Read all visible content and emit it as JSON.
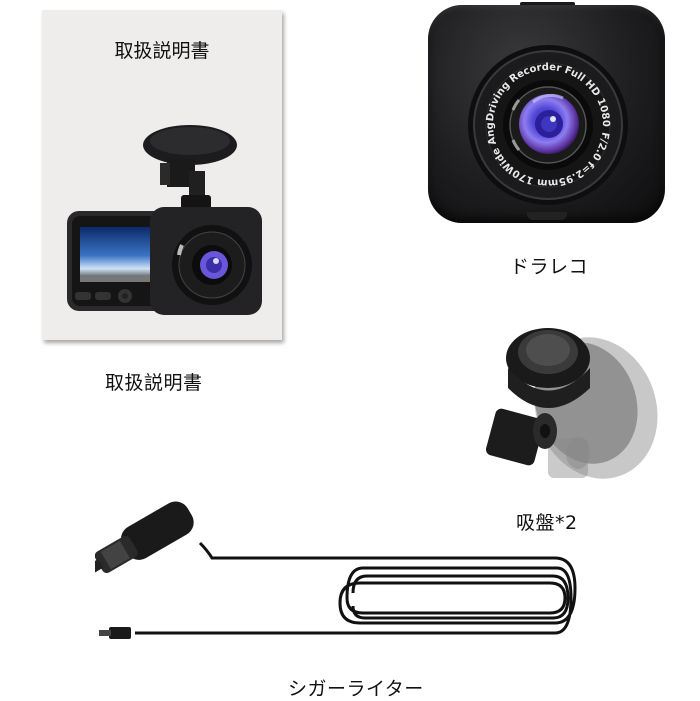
{
  "items": [
    {
      "id": "manual",
      "label": "取扱説明書",
      "cover_title": "取扱説明書"
    },
    {
      "id": "dashcam",
      "label": "ドラレコ",
      "lens_ring_text": {
        "top_left": "Driving Recorder",
        "top_right": "Full HD 1080P",
        "right": "F/2.0 f=2.95mm",
        "bottom_left": "170Wide Angle"
      }
    },
    {
      "id": "suction-mount",
      "label": "吸盤*2"
    },
    {
      "id": "car-charger",
      "label": "シガーライター"
    }
  ],
  "colors": {
    "background": "#ffffff",
    "manual_bg": "#efedeb",
    "camera_body": "#1e1e20",
    "lens_blue": "#5b4fd8",
    "text": "#111111"
  }
}
